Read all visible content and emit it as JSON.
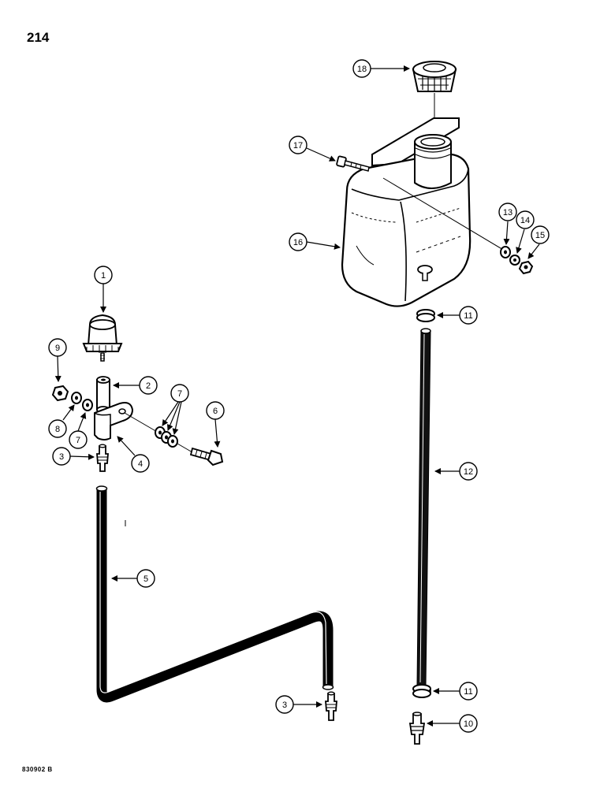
{
  "page": {
    "number": "214",
    "figure_code": "830902 B"
  },
  "callouts": [
    {
      "id": "c1",
      "label": "1"
    },
    {
      "id": "c2",
      "label": "2"
    },
    {
      "id": "c3a",
      "label": "3"
    },
    {
      "id": "c3b",
      "label": "3"
    },
    {
      "id": "c4",
      "label": "4"
    },
    {
      "id": "c5",
      "label": "5"
    },
    {
      "id": "c6",
      "label": "6"
    },
    {
      "id": "c7a",
      "label": "7"
    },
    {
      "id": "c7b",
      "label": "7"
    },
    {
      "id": "c8",
      "label": "8"
    },
    {
      "id": "c9",
      "label": "9"
    },
    {
      "id": "c10",
      "label": "10"
    },
    {
      "id": "c11a",
      "label": "11"
    },
    {
      "id": "c11b",
      "label": "11"
    },
    {
      "id": "c12",
      "label": "12"
    },
    {
      "id": "c13",
      "label": "13"
    },
    {
      "id": "c14",
      "label": "14"
    },
    {
      "id": "c15",
      "label": "15"
    },
    {
      "id": "c16",
      "label": "16"
    },
    {
      "id": "c17",
      "label": "17"
    },
    {
      "id": "c18",
      "label": "18"
    }
  ]
}
